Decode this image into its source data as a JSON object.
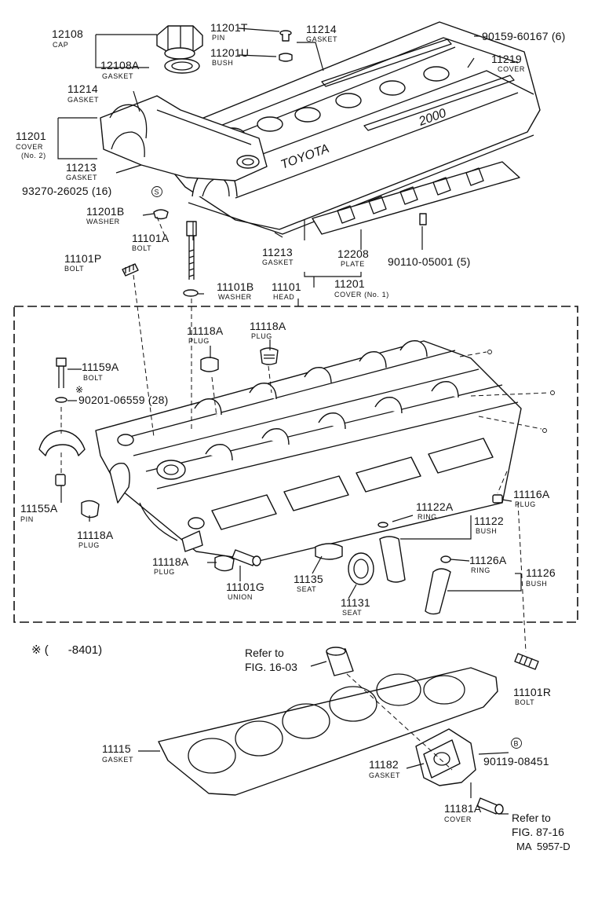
{
  "diagram": {
    "parts": [
      {
        "id": "p12108",
        "number": "12108",
        "name": "CAP"
      },
      {
        "id": "p12108A",
        "number": "12108A",
        "name": "GASKET"
      },
      {
        "id": "p11201T",
        "number": "11201T",
        "name": "PIN"
      },
      {
        "id": "p11201U",
        "number": "11201U",
        "name": "BUSH"
      },
      {
        "id": "p11214a",
        "number": "11214",
        "name": "GASKET"
      },
      {
        "id": "p90159",
        "number": "90159-60167 (6)",
        "name": ""
      },
      {
        "id": "p11219",
        "number": "11219",
        "name": "COVER"
      },
      {
        "id": "p11214b",
        "number": "11214",
        "name": "GASKET"
      },
      {
        "id": "p11201n2",
        "number": "11201",
        "name": "COVER",
        "sub": "(No. 2)"
      },
      {
        "id": "p11213a",
        "number": "11213",
        "name": "GASKET"
      },
      {
        "id": "p93270",
        "number": "93270-26025 (16)",
        "name": "",
        "badge": "S"
      },
      {
        "id": "p11201B",
        "number": "11201B",
        "name": "WASHER"
      },
      {
        "id": "p11101A",
        "number": "11101A",
        "name": "BOLT"
      },
      {
        "id": "p11101P",
        "number": "11101P",
        "name": "BOLT"
      },
      {
        "id": "p11213b",
        "number": "11213",
        "name": "GASKET"
      },
      {
        "id": "p12208",
        "number": "12208",
        "name": "PLATE"
      },
      {
        "id": "p90110",
        "number": "90110-05001 (5)",
        "name": ""
      },
      {
        "id": "p11201n1",
        "number": "11201",
        "name": "COVER (No. 1)"
      },
      {
        "id": "p11101B",
        "number": "11101B",
        "name": "WASHER"
      },
      {
        "id": "p11101",
        "number": "11101",
        "name": "HEAD"
      },
      {
        "id": "p11118Aa",
        "number": "11118A",
        "name": "PLUG"
      },
      {
        "id": "p11118Ab",
        "number": "11118A",
        "name": "PLUG"
      },
      {
        "id": "p11159A",
        "number": "11159A",
        "name": "BOLT"
      },
      {
        "id": "p90201",
        "number": "90201-06559 (28)",
        "name": ""
      },
      {
        "id": "p11155A",
        "number": "11155A",
        "name": "PIN"
      },
      {
        "id": "p11118Ac",
        "number": "11118A",
        "name": "PLUG"
      },
      {
        "id": "p11118Ad",
        "number": "11118A",
        "name": "PLUG"
      },
      {
        "id": "p11101G",
        "number": "11101G",
        "name": "UNION"
      },
      {
        "id": "p11135",
        "number": "11135",
        "name": "SEAT"
      },
      {
        "id": "p11131",
        "number": "11131",
        "name": "SEAT"
      },
      {
        "id": "p11122A",
        "number": "11122A",
        "name": "RING"
      },
      {
        "id": "p11122",
        "number": "11122",
        "name": "BUSH"
      },
      {
        "id": "p11116A",
        "number": "11116A",
        "name": "PLUG"
      },
      {
        "id": "p11126A",
        "number": "11126A",
        "name": "RING"
      },
      {
        "id": "p11126",
        "number": "11126",
        "name": "BUSH"
      },
      {
        "id": "p11101R",
        "number": "11101R",
        "name": "BOLT"
      },
      {
        "id": "p11115",
        "number": "11115",
        "name": "GASKET"
      },
      {
        "id": "p11182",
        "number": "11182",
        "name": "GASKET"
      },
      {
        "id": "p90119",
        "number": "90119-08451",
        "name": "",
        "badge": "B"
      },
      {
        "id": "p11181A",
        "number": "11181A",
        "name": "COVER"
      }
    ],
    "references": [
      {
        "id": "ref1",
        "line1": "Refer to",
        "line2": "FIG. 16-03"
      },
      {
        "id": "ref2",
        "line1": "Refer to",
        "line2": "FIG. 87-16"
      }
    ],
    "footnote": "※ (      -8401)",
    "footnote_mark": "※",
    "drawing_code": "MA  5957-D",
    "cover_text": [
      "TOYOTA",
      "2000"
    ]
  }
}
